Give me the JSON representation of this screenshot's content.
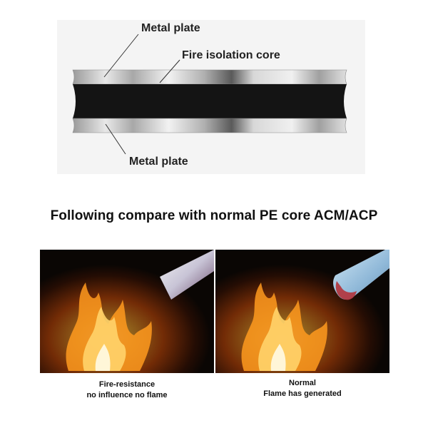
{
  "diagram": {
    "labels": {
      "metal_plate_top": "Metal plate",
      "core": "Fire isolation core",
      "metal_plate_bottom": "Metal plate"
    }
  },
  "heading": "Following compare with normal PE core ACM/ACP",
  "comparison": {
    "left": {
      "line1": "Fire-resistance",
      "line2": "no influence no flame"
    },
    "right": {
      "line1": "Normal",
      "line2": "Flame has generated"
    }
  },
  "colors": {
    "core": "#141414",
    "metal": "#c8c8c8",
    "flame": "#ff9a1e",
    "photo_bg": "#0a0604"
  }
}
